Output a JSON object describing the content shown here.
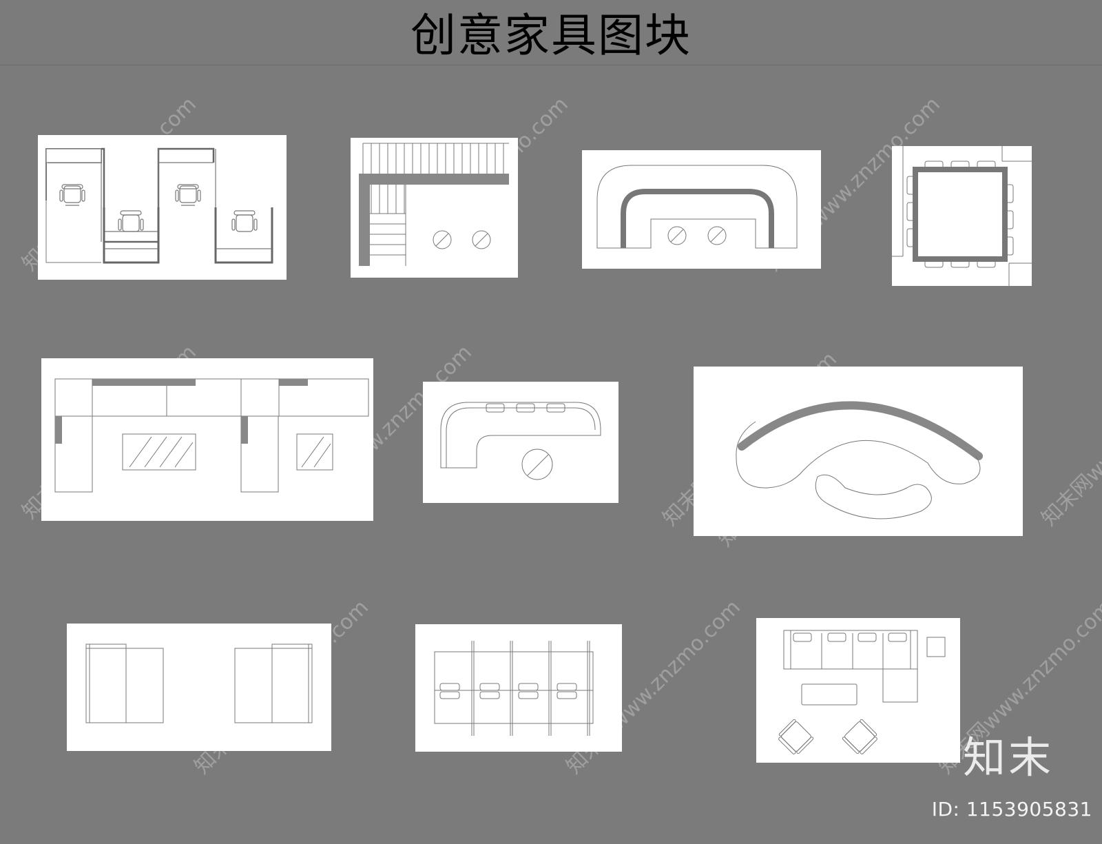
{
  "title": "创意家具图块",
  "brand": "知末",
  "id_label": "ID: 1153905831",
  "watermark": "知末网www.znzmo.com",
  "colors": {
    "background": "#7b7b7b",
    "panel": "#ffffff",
    "line": "#777777",
    "fill": "#888888"
  },
  "blocks": [
    {
      "name": "double-workstation-block"
    },
    {
      "name": "staircase-block"
    },
    {
      "name": "reception-desk-block"
    },
    {
      "name": "square-sofa-booth-block"
    },
    {
      "name": "long-desk-cabinet-block"
    },
    {
      "name": "curved-bar-counter-block"
    },
    {
      "name": "arc-sofa-block"
    },
    {
      "name": "twin-sofa-block"
    },
    {
      "name": "four-seat-bench-block"
    },
    {
      "name": "sofa-set-block"
    }
  ]
}
